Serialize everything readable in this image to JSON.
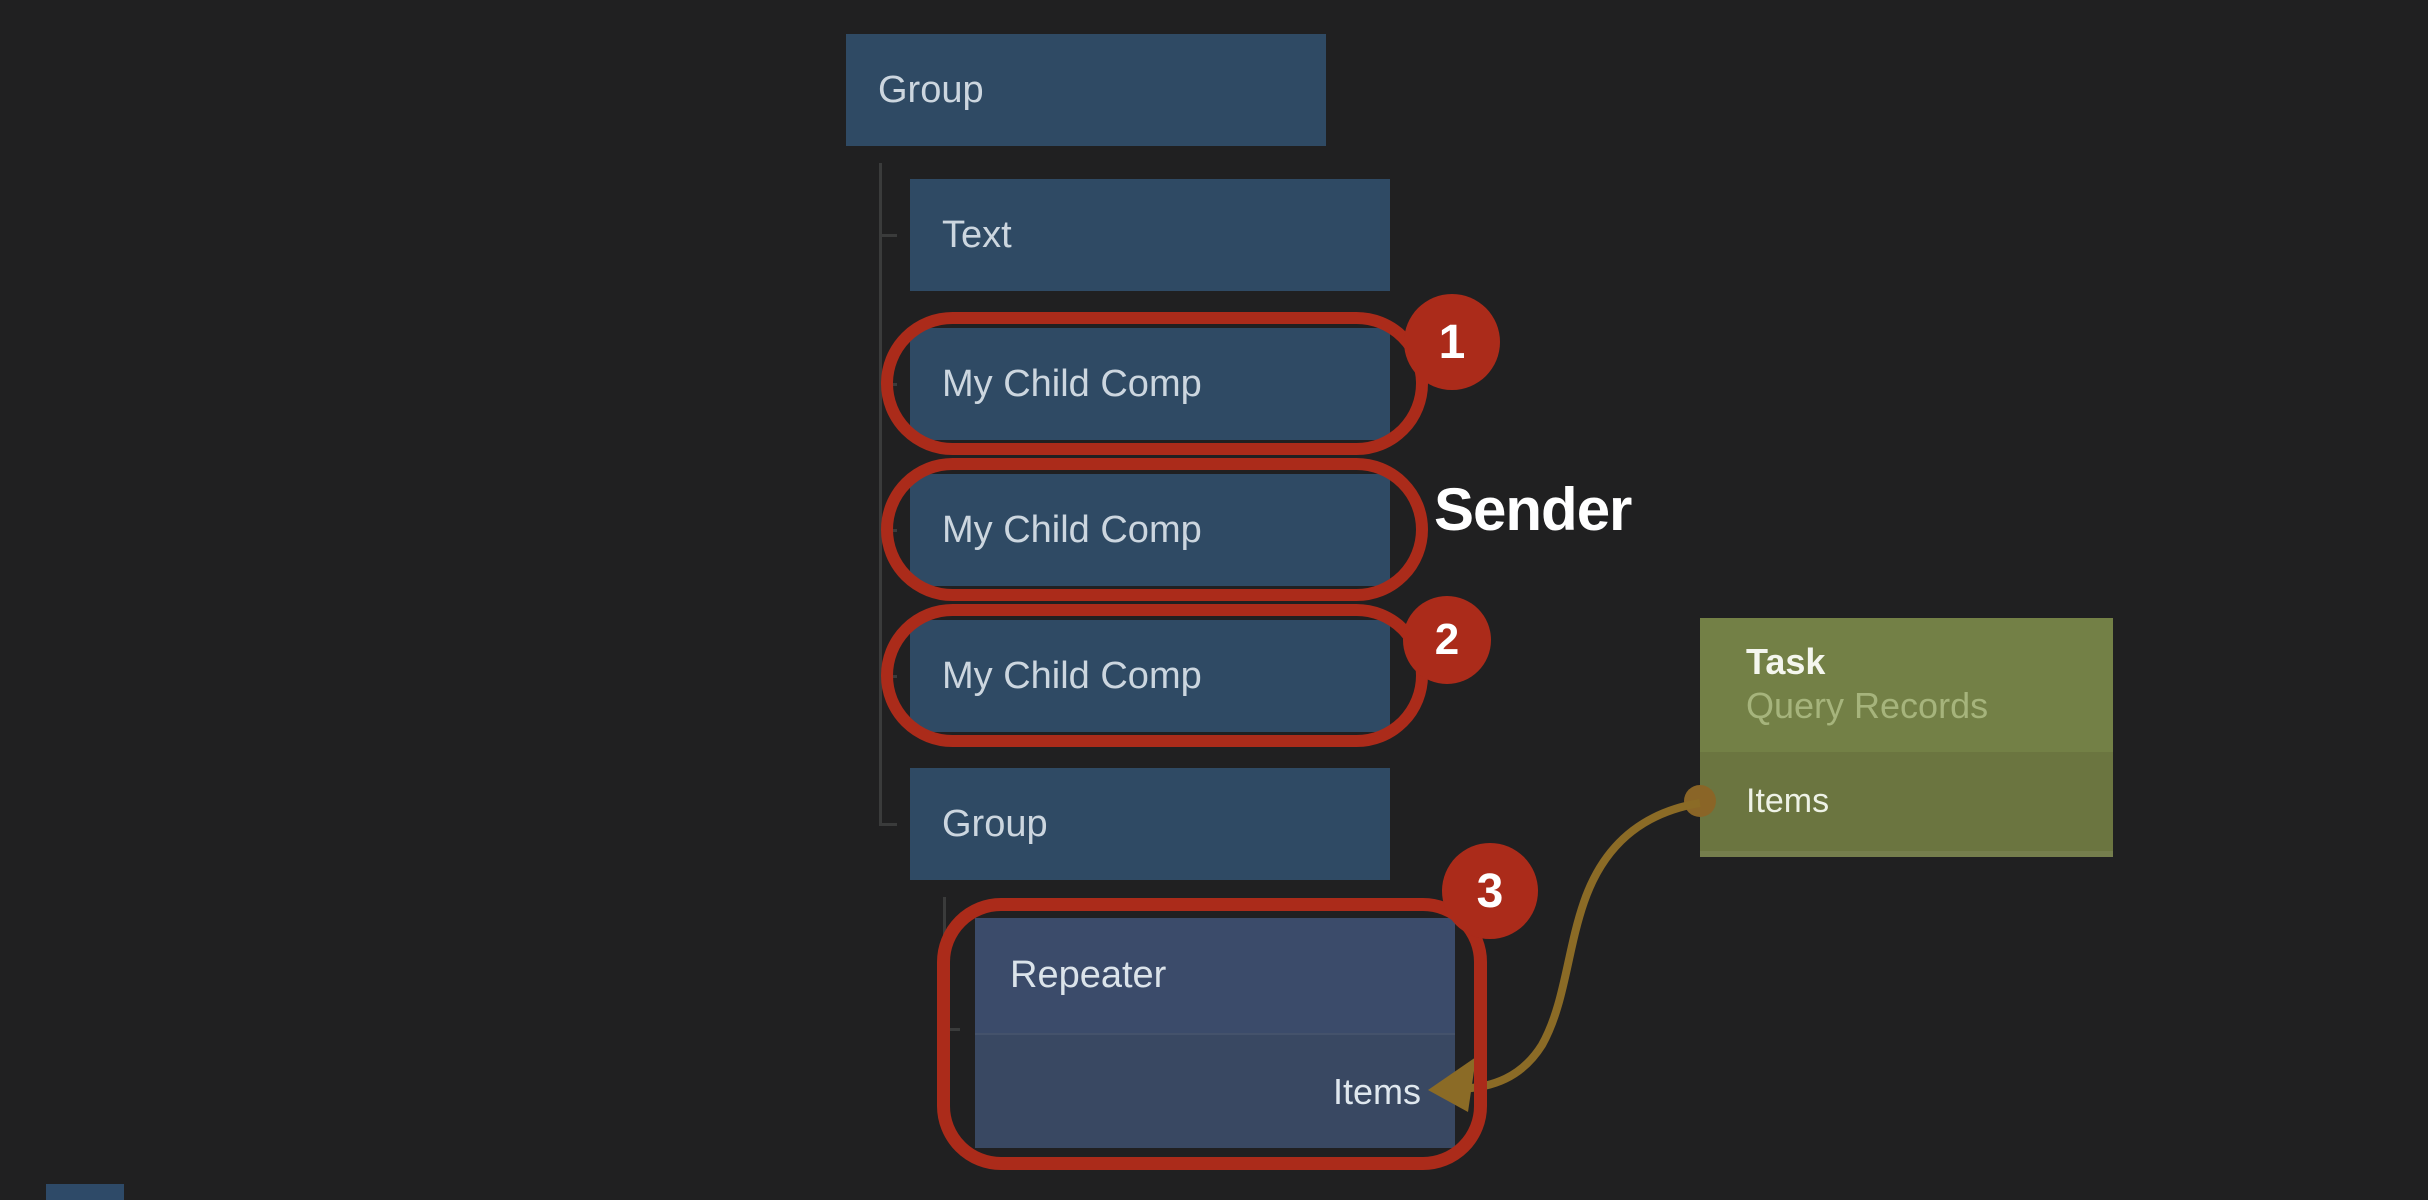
{
  "canvas": {
    "background": "#202021"
  },
  "tree": {
    "nodes": [
      {
        "label": "Group"
      },
      {
        "label": "Text"
      },
      {
        "label": "My Child Comp"
      },
      {
        "label": "My Child Comp"
      },
      {
        "label": "My Child Comp"
      },
      {
        "label": "Group"
      },
      {
        "label": "Repeater",
        "property": "Items"
      }
    ]
  },
  "task_card": {
    "title": "Task",
    "subtitle": "Query Records",
    "property": "Items"
  },
  "annotations": {
    "sender_label": "Sender",
    "badges": [
      {
        "number": "1"
      },
      {
        "number": "2"
      },
      {
        "number": "3"
      }
    ],
    "colors": {
      "highlight_red": "#ab2b1a",
      "connector_olive": "#8b6b26",
      "node_blue": "#2f4a64",
      "repeater_blue": "#3b4b6a",
      "task_olive_header": "#738046",
      "task_olive_body": "#6b7540"
    }
  }
}
